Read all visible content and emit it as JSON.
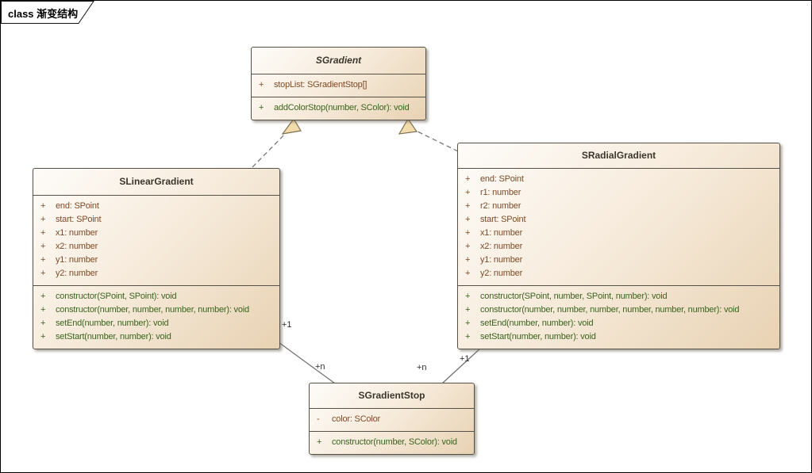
{
  "frame": {
    "label": "class 渐变结构",
    "diagram_type": "class"
  },
  "colors": {
    "box_fill_light": "#FEFCF9",
    "box_fill_dark": "#E8D2B3",
    "box_border": "#565147",
    "title_text": "#3B362C",
    "attribute_text": "#7E4A26",
    "operation_text": "#3A641E",
    "connector_line": "#6e6e6e",
    "arrowhead_fill": "#F2DCAB",
    "arrowhead_stroke": "#7d6f52",
    "background": "#ffffff"
  },
  "classes": [
    {
      "name": "SGradient",
      "abstract": true,
      "attributes": [
        {
          "v": "+",
          "t": "stopList: SGradientStop[]"
        }
      ],
      "operations": [
        {
          "v": "+",
          "t": "addColorStop(number, SColor): void"
        }
      ]
    },
    {
      "name": "SLinearGradient",
      "abstract": false,
      "attributes": [
        {
          "v": "+",
          "t": "end: SPoint"
        },
        {
          "v": "+",
          "t": "start: SPoint"
        },
        {
          "v": "+",
          "t": "x1: number"
        },
        {
          "v": "+",
          "t": "x2: number"
        },
        {
          "v": "+",
          "t": "y1: number"
        },
        {
          "v": "+",
          "t": "y2: number"
        }
      ],
      "operations": [
        {
          "v": "+",
          "t": "constructor(SPoint, SPoint): void"
        },
        {
          "v": "+",
          "t": "constructor(number, number, number, number): void"
        },
        {
          "v": "+",
          "t": "setEnd(number, number): void"
        },
        {
          "v": "+",
          "t": "setStart(number, number): void"
        }
      ]
    },
    {
      "name": "SRadialGradient",
      "abstract": false,
      "attributes": [
        {
          "v": "+",
          "t": "end: SPoint"
        },
        {
          "v": "+",
          "t": "r1: number"
        },
        {
          "v": "+",
          "t": "r2: number"
        },
        {
          "v": "+",
          "t": "start: SPoint"
        },
        {
          "v": "+",
          "t": "x1: number"
        },
        {
          "v": "+",
          "t": "x2: number"
        },
        {
          "v": "+",
          "t": "y1: number"
        },
        {
          "v": "+",
          "t": "y2: number"
        }
      ],
      "operations": [
        {
          "v": "+",
          "t": "constructor(SPoint, number, SPoint, number): void"
        },
        {
          "v": "+",
          "t": "constructor(number, number, number, number, number, number): void"
        },
        {
          "v": "+",
          "t": "setEnd(number, number): void"
        },
        {
          "v": "+",
          "t": "setStart(number, number): void"
        }
      ]
    },
    {
      "name": "SGradientStop",
      "abstract": false,
      "attributes": [
        {
          "v": "-",
          "t": "color: SColor"
        }
      ],
      "operations": [
        {
          "v": "+",
          "t": "constructor(number, SColor): void"
        }
      ]
    }
  ],
  "relationships": {
    "linear_stop": {
      "end1": "+1",
      "end2": "+n"
    },
    "radial_stop": {
      "end1": "+1",
      "end2": "+n"
    }
  }
}
